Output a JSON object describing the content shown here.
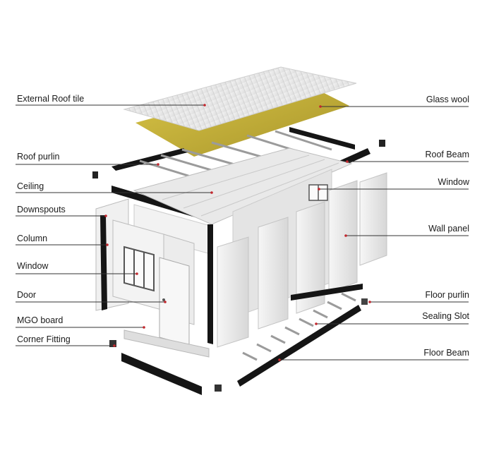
{
  "diagram": {
    "left_labels": [
      "External Roof tile",
      "Roof purlin",
      "Ceiling",
      "Downspouts",
      "Column",
      "Window",
      "Door",
      "MGO board",
      "Corner Fitting"
    ],
    "right_labels": [
      "Glass wool",
      "Roof Beam",
      "Window",
      "Wall panel",
      "Floor purlin",
      "Sealing Slot",
      "Floor Beam"
    ],
    "colors": {
      "beam": "#151515",
      "panel": "#eeeeee",
      "glass_wool": "#c7b33c",
      "leader_dot": "#c2272d",
      "leader_line": "#333333"
    }
  }
}
